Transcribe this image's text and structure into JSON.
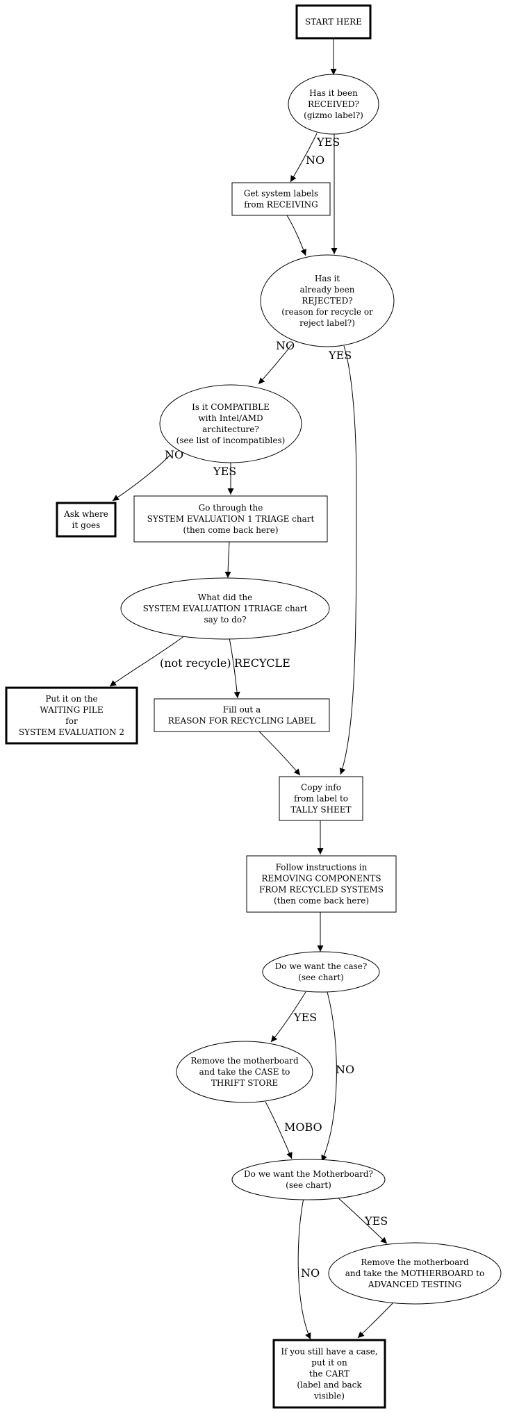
{
  "nodes": {
    "start": [
      "START HERE"
    ],
    "received_q": [
      "Has it been",
      "RECEIVED?",
      "(gizmo label?)"
    ],
    "get_labels": [
      "Get system labels",
      "from RECEIVING"
    ],
    "rejected_q": [
      "Has it",
      "already been",
      "REJECTED?",
      "(reason for recycle or",
      "reject label?)"
    ],
    "compatible_q": [
      "Is it COMPATIBLE",
      "with Intel/AMD",
      "architecture?",
      "(see list of incompatibles)"
    ],
    "ask_where": [
      "Ask where",
      "it goes"
    ],
    "triage": [
      "Go through the",
      "SYSTEM EVALUATION 1 TRIAGE chart",
      "(then come back here)"
    ],
    "triage_q": [
      "What did the",
      "SYSTEM EVALUATION 1TRIAGE chart",
      "say to do?"
    ],
    "waiting_pile": [
      "Put it on the",
      "WAITING PILE",
      "for",
      "SYSTEM EVALUATION 2"
    ],
    "fill_label": [
      "Fill out a",
      "REASON FOR RECYCLING LABEL"
    ],
    "copy_info": [
      "Copy info",
      "from label to",
      "TALLY SHEET"
    ],
    "removing": [
      "Follow instructions in",
      "REMOVING COMPONENTS",
      "FROM RECYCLED SYSTEMS",
      "(then come back here)"
    ],
    "case_q": [
      "Do we want the case?",
      "(see chart)"
    ],
    "remove_case": [
      "Remove the motherboard",
      "and take the CASE to",
      "THRIFT STORE"
    ],
    "mobo_q": [
      "Do we want the Motherboard?",
      "(see chart)"
    ],
    "remove_mobo": [
      "Remove the motherboard",
      "and take the MOTHERBOARD to",
      "ADVANCED TESTING"
    ],
    "cart": [
      "If you still have a case,",
      "put it on",
      "the CART",
      "(label and back",
      "visible)"
    ]
  },
  "edge_labels": {
    "received_yes": "YES",
    "received_no": "NO",
    "rejected_no": "NO",
    "rejected_yes": "YES",
    "compatible_no": "NO",
    "compatible_yes": "YES",
    "not_recycle": "(not recycle)",
    "recycle": "RECYCLE",
    "case_yes": "YES",
    "case_no": "NO",
    "mobo": "MOBO",
    "mobo_yes": "YES",
    "mobo_no": "NO"
  }
}
